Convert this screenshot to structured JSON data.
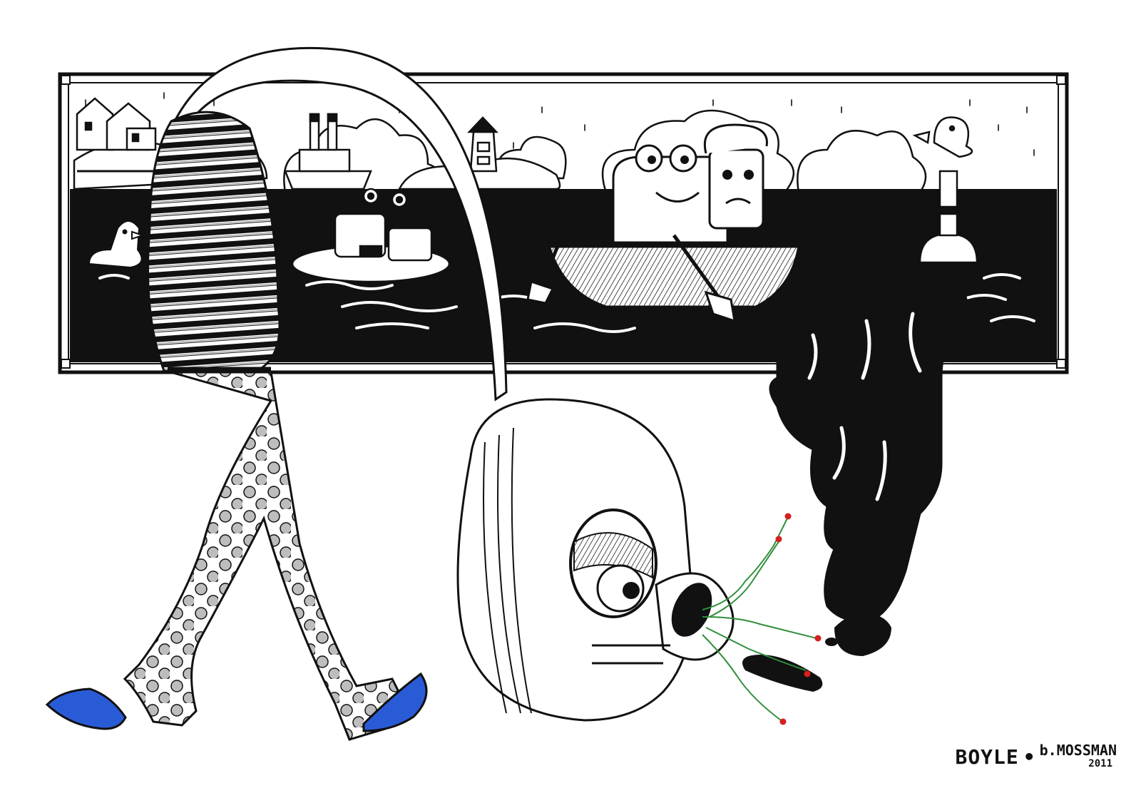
{
  "artwork": {
    "signature": {
      "left_name": "BOYLE",
      "separator": "•",
      "right_name": "b.MOSSMAN",
      "year": "2011"
    }
  },
  "colors": {
    "ink": "#111111",
    "paper": "#ffffff",
    "shoe_blue": "#2a5bd7",
    "stem_green": "#2f8f3a",
    "berry_red": "#d61f1f",
    "dot_fill": "#bdbdbd"
  },
  "icons": [
    "walking-figure",
    "giant-head",
    "framed-harbor-scene",
    "rowboat-creatures",
    "spill"
  ]
}
